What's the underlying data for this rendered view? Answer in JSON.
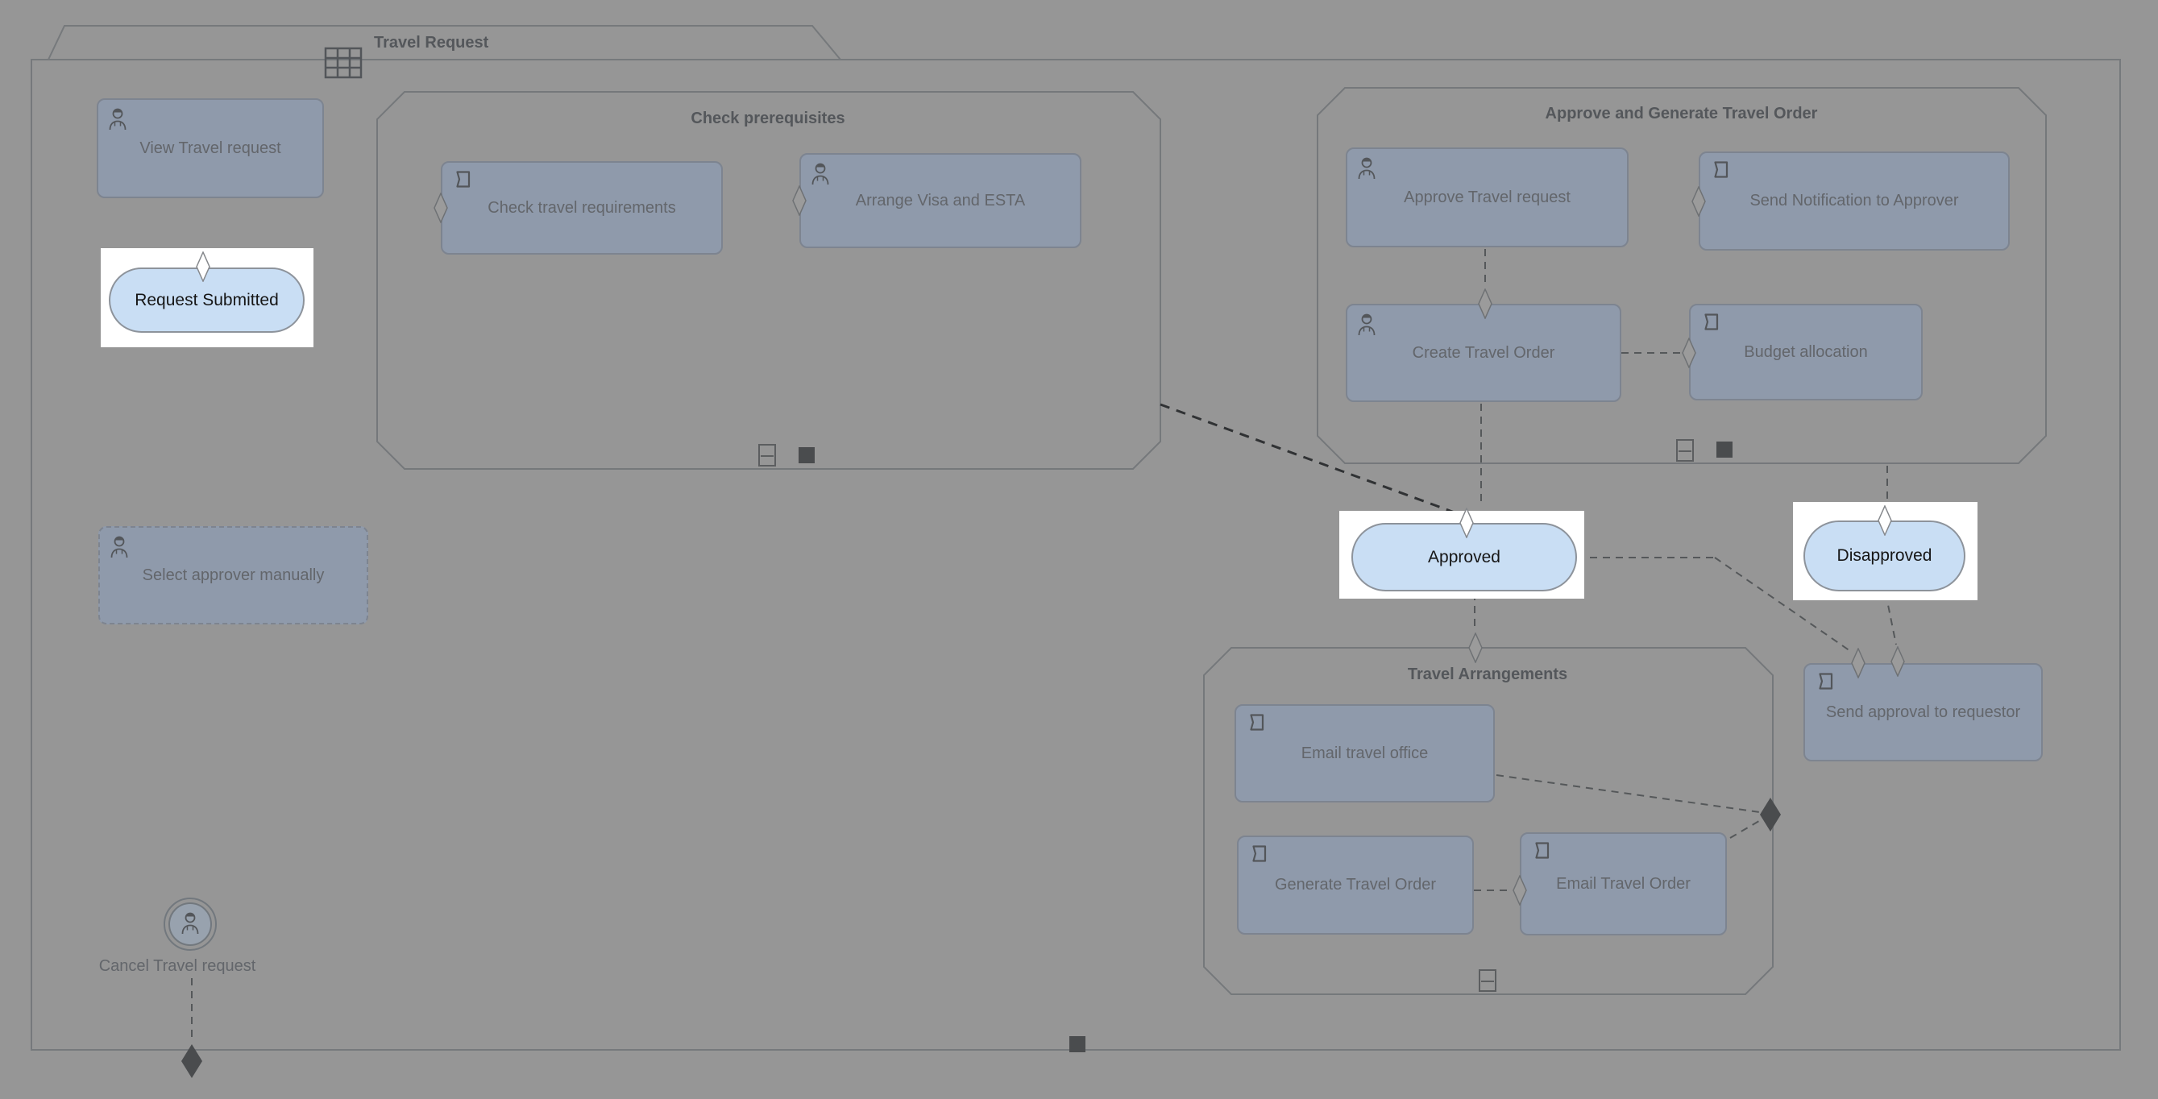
{
  "app": {
    "diagram_title": "Travel Request"
  },
  "stages": {
    "check_prerequisites": {
      "title": "Check prerequisites"
    },
    "approve_generate": {
      "title": "Approve and Generate Travel Order"
    },
    "travel_arrangements": {
      "title": "Travel Arrangements"
    }
  },
  "tasks": {
    "view_travel_request": {
      "label": "View Travel request",
      "type": "human"
    },
    "check_travel_requirements": {
      "label": "Check travel requirements",
      "type": "process"
    },
    "arrange_visa_esta": {
      "label": "Arrange Visa and ESTA",
      "type": "human"
    },
    "approve_travel_request": {
      "label": "Approve Travel request",
      "type": "human"
    },
    "send_notification_to_approver": {
      "label": "Send Notification to Approver",
      "type": "process"
    },
    "create_travel_order": {
      "label": "Create Travel Order",
      "type": "human"
    },
    "budget_allocation": {
      "label": "Budget allocation",
      "type": "process"
    },
    "email_travel_office": {
      "label": "Email travel office",
      "type": "process"
    },
    "generate_travel_order": {
      "label": "Generate Travel Order",
      "type": "process"
    },
    "email_travel_order": {
      "label": "Email Travel Order",
      "type": "process"
    },
    "send_approval_to_requestor": {
      "label": "Send approval to requestor",
      "type": "process"
    },
    "select_approver_manually": {
      "label": "Select approver manually",
      "type": "human",
      "discretionary": true
    },
    "cancel_travel_request": {
      "label": "Cancel Travel request",
      "type": "event"
    }
  },
  "milestones": {
    "request_submitted": {
      "label": "Request Submitted",
      "highlighted": true
    },
    "approved": {
      "label": "Approved",
      "highlighted": true
    },
    "disapproved": {
      "label": "Disapproved",
      "highlighted": true
    }
  },
  "icons": {
    "stage_tab": "table-grid-icon",
    "human_task": "person-icon",
    "process_task": "flag-icon",
    "cancel_event": "person-circle-icon",
    "entry_criterion": "diamond-icon",
    "exit_criterion": "filled-diamond-icon",
    "collapse": "collapse-minus-icon"
  },
  "colors": {
    "canvas_dim": "#969696",
    "task_fill": "#8f9aab",
    "task_border": "#7d8490",
    "stage_border": "#75787b",
    "milestone_fill": "#c9def4",
    "milestone_border": "#8d939b",
    "highlight_backdrop": "#ffffff",
    "connector": "#55585a",
    "connector_dark": "#303234",
    "marker_dark": "#4a4c4e",
    "text_dim": "#63666b",
    "text_title": "#54575b",
    "text_milestone": "#161616"
  }
}
